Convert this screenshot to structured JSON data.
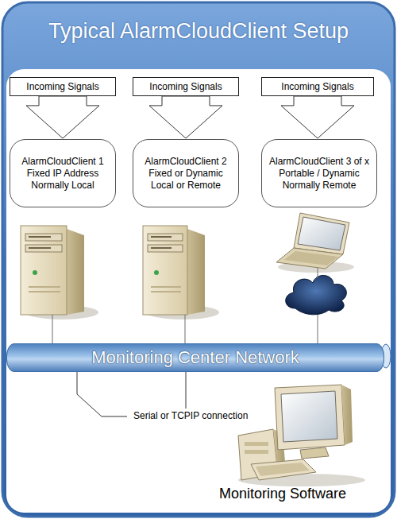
{
  "diagram": {
    "title": "Typical AlarmCloudClient Setup",
    "nodes": [
      {
        "text": [
          "Incoming Signals"
        ]
      },
      {
        "text": [
          "Incoming Signals"
        ]
      },
      {
        "text": [
          "Incoming Signals"
        ]
      },
      {
        "text": [
          "AlarmCloudClient 1",
          "Fixed IP Address",
          "Normally Local"
        ]
      },
      {
        "text": [
          "AlarmCloudClient 2",
          "Fixed or Dynamic",
          "Local or Remote"
        ]
      },
      {
        "text": [
          "AlarmCloudClient 3 of x",
          "Portable / Dynamic",
          "Normally Remote"
        ]
      },
      {
        "text": [
          "Monitoring Center Network"
        ]
      }
    ],
    "edges": [
      {
        "from": 0,
        "to": 3,
        "arrow": "to"
      },
      {
        "from": 1,
        "to": 4,
        "arrow": "to"
      },
      {
        "from": 2,
        "to": 5,
        "arrow": "to"
      }
    ],
    "labels": [
      "Serial or TCPIP connection",
      "Monitoring Software"
    ]
  }
}
